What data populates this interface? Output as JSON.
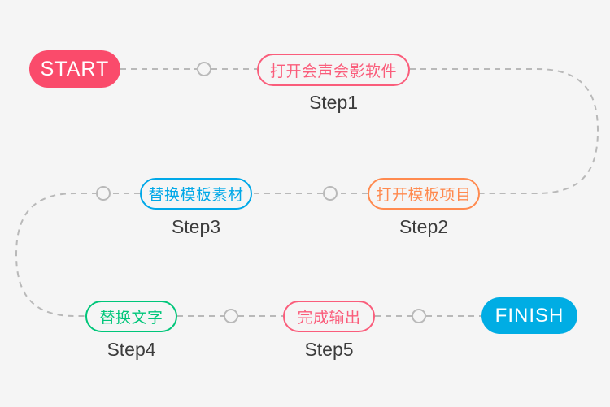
{
  "canvas": {
    "background": "#f5f5f5",
    "connector_color": "#b9b9b9",
    "label_color": "#3c3c3c"
  },
  "terminals": {
    "start": {
      "label": "START",
      "color": "#fa4b6b"
    },
    "finish": {
      "label": "FINISH",
      "color": "#00ade4"
    }
  },
  "steps": [
    {
      "id": "step1",
      "text": "打开会声会影软件",
      "caption": "Step1",
      "color": "#fa5d7b"
    },
    {
      "id": "step2",
      "text": "打开模板项目",
      "caption": "Step2",
      "color": "#ff8a4f"
    },
    {
      "id": "step3",
      "text": "替换模板素材",
      "caption": "Step3",
      "color": "#00a8e8"
    },
    {
      "id": "step4",
      "text": "替换文字",
      "caption": "Step4",
      "color": "#00c67a"
    },
    {
      "id": "step5",
      "text": "完成输出",
      "caption": "Step5",
      "color": "#fa5d7b"
    }
  ],
  "connector_nodes": [
    {
      "id": "node-start-step1"
    },
    {
      "id": "node-left-step3"
    },
    {
      "id": "node-step3-step2"
    },
    {
      "id": "node-step4-step5"
    },
    {
      "id": "node-step5-finish"
    }
  ]
}
